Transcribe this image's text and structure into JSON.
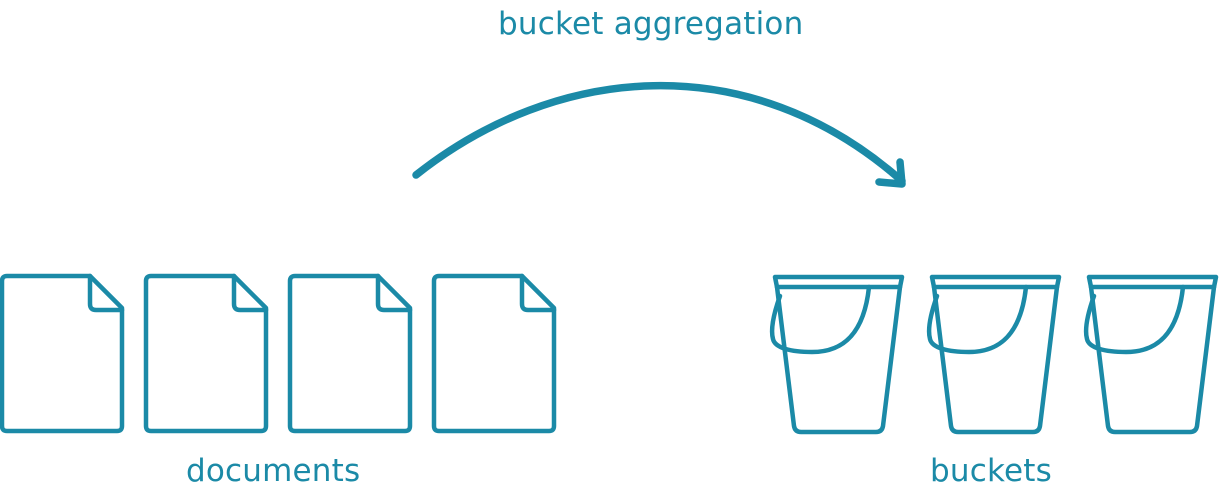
{
  "colors": {
    "accent": "#1b8aa7",
    "background": "#ffffff"
  },
  "diagram": {
    "title": "bucket aggregation",
    "left_group_label": "documents",
    "right_group_label": "buckets"
  },
  "icons": {
    "document": "document-icon",
    "bucket": "bucket-icon",
    "arrow": "curved-arrow-icon"
  }
}
